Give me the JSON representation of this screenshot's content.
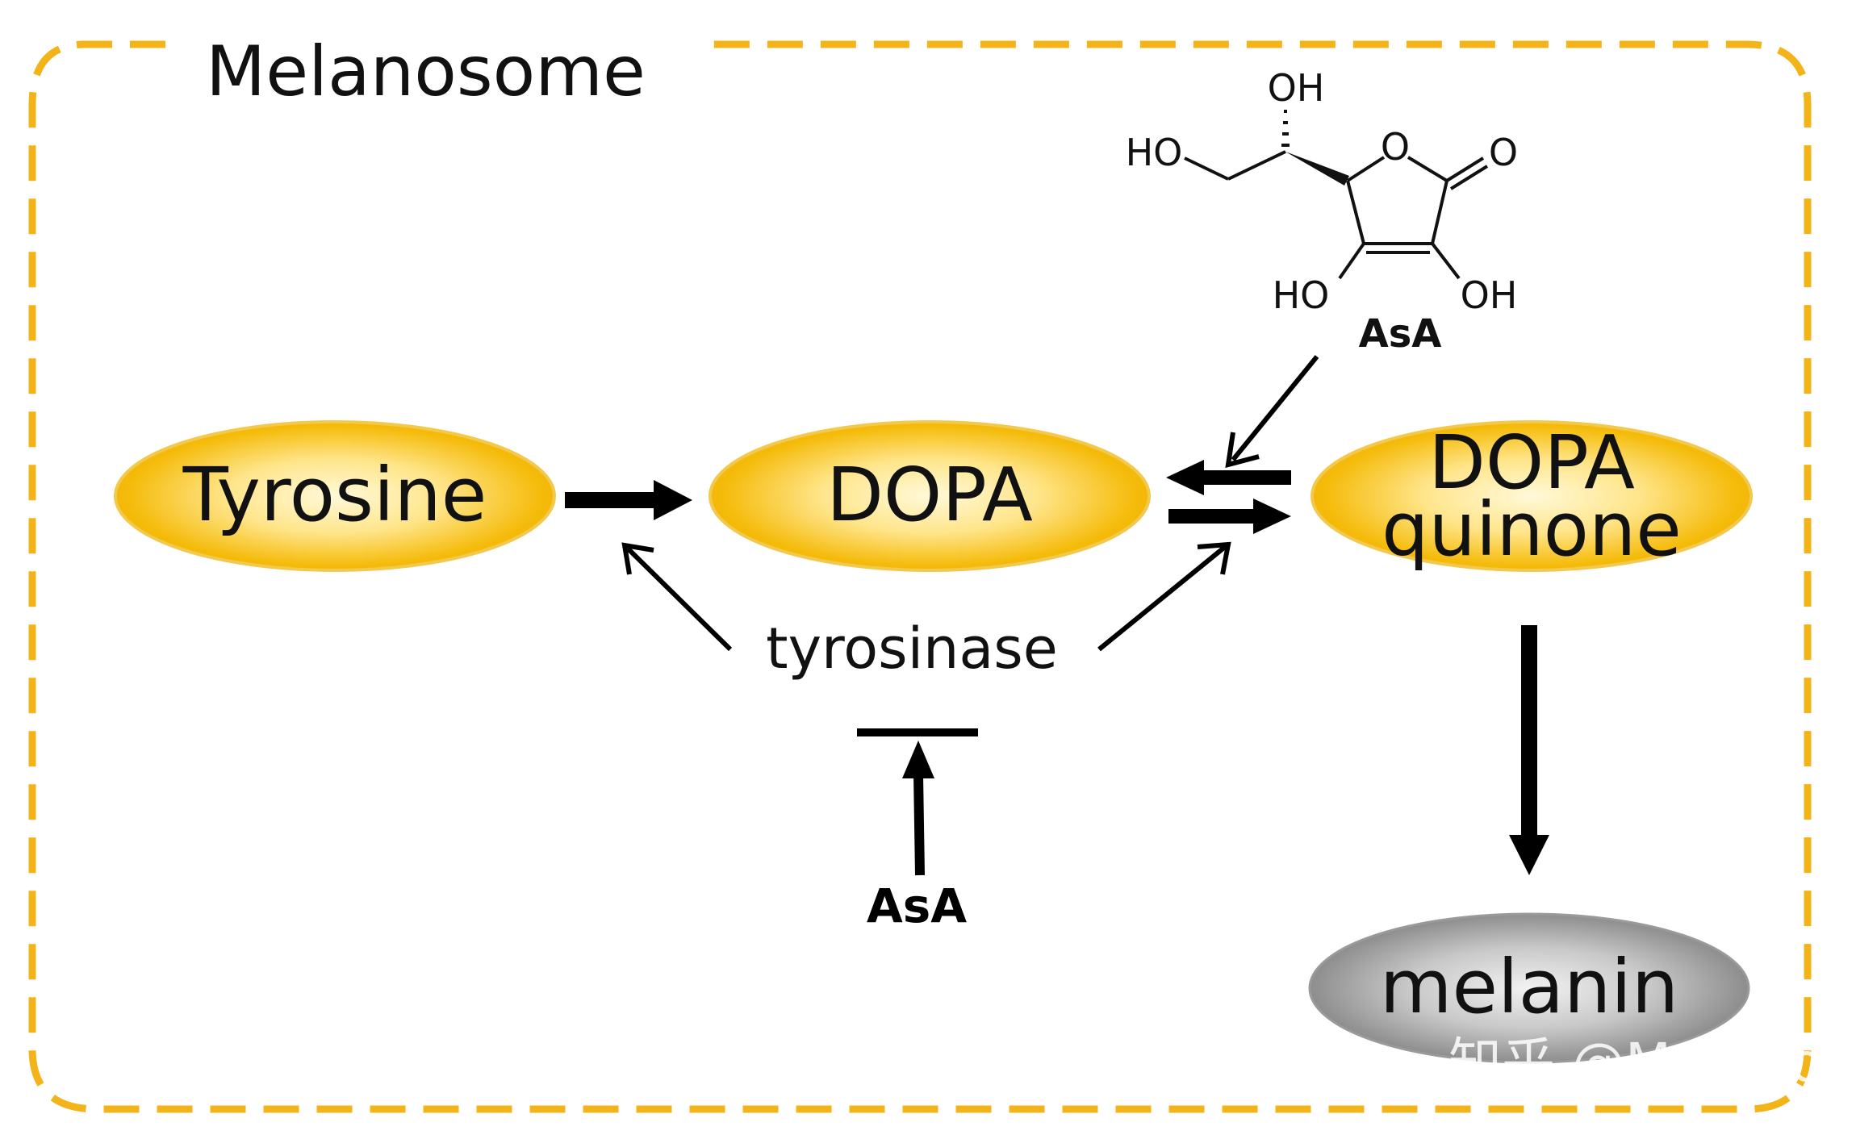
{
  "compartment": {
    "title": "Melanosome",
    "border_color": "#F2B418"
  },
  "nodes": {
    "tyrosine": {
      "label": "Tyrosine"
    },
    "dopa": {
      "label": "DOPA"
    },
    "dopa_quinone": {
      "label_line1": "DOPA",
      "label_line2": "quinone"
    },
    "melanin": {
      "label": "melanin"
    }
  },
  "enzyme": {
    "label": "tyrosinase"
  },
  "inhibitor": {
    "label": "AsA"
  },
  "ascorbic_acid_structure": {
    "label": "AsA",
    "atoms": {
      "top_oh": "OH",
      "left_ho": "HO",
      "ring_o": "O",
      "carbonyl_o": "O",
      "bottom_left_ho": "HO",
      "bottom_right_oh": "OH"
    }
  },
  "colors": {
    "node_gold": "#F5BC0C",
    "node_light": "#FFF6C8",
    "melanin_gray": "#8C8C8C",
    "arrow": "#000000"
  },
  "watermark": "知乎 @Markgo"
}
